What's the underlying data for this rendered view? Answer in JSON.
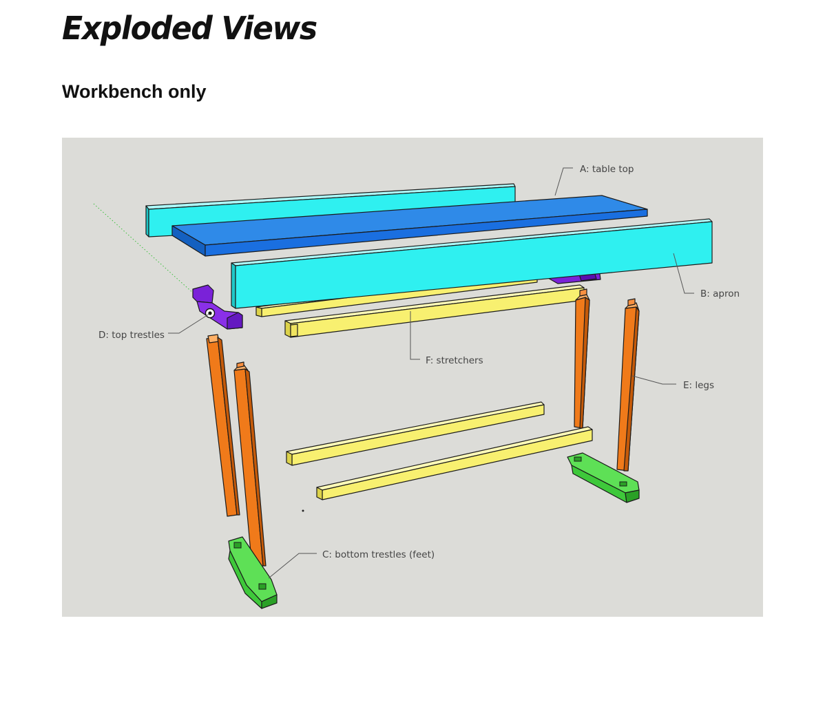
{
  "page": {
    "title": "Exploded Views",
    "subtitle": "Workbench only"
  },
  "diagram": {
    "labels": {
      "table_top": "A: table top",
      "apron": "B: apron",
      "bottom_trestles": "C: bottom trestles (feet)",
      "top_trestles": "D: top trestles",
      "legs": "E: legs",
      "stretchers": "F: stretchers"
    },
    "colors": {
      "background": "#dcdcd8",
      "table_top": "#1a6fe0",
      "apron": "#2ff0f0",
      "top_trestles": "#7a22d8",
      "legs": "#f07a1a",
      "stretchers": "#f8f070",
      "feet": "#3ec83a"
    }
  }
}
